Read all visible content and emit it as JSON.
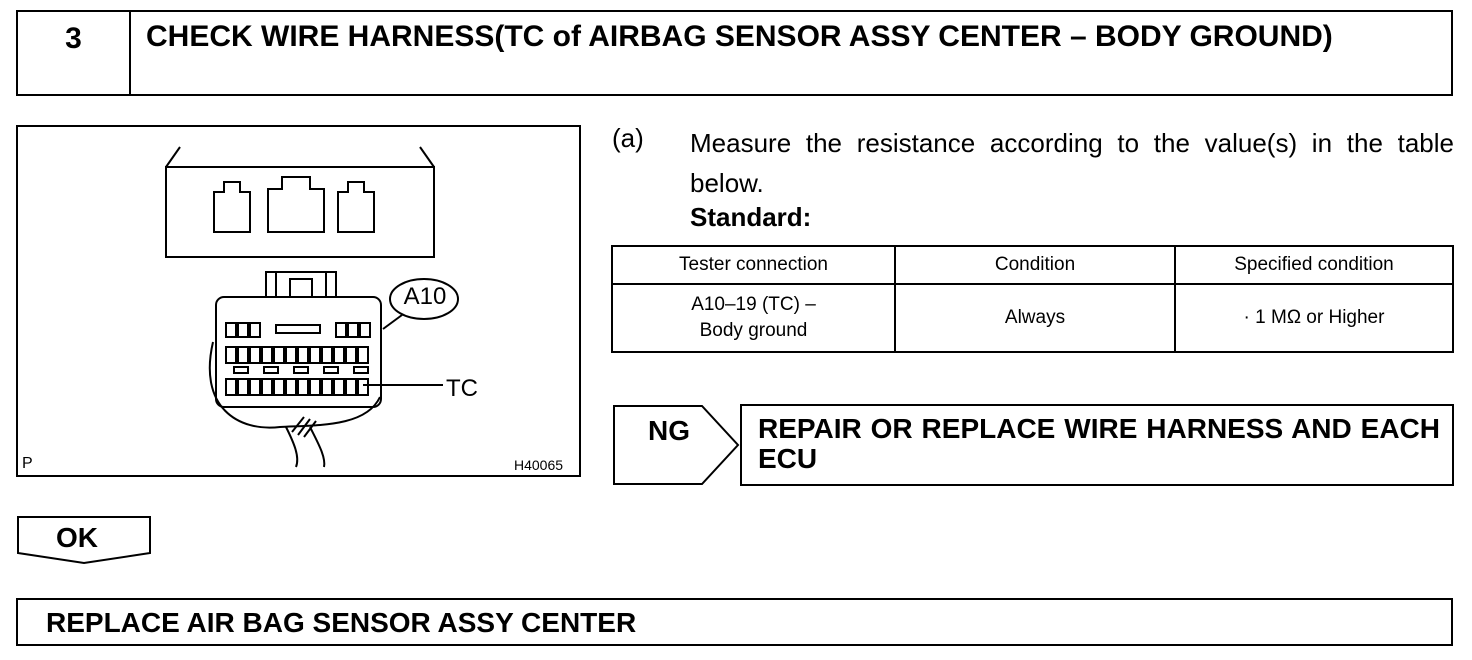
{
  "step": {
    "number": "3",
    "title": "CHECK WIRE HARNESS(TC of AIRBAG SENSOR ASSY CENTER – BODY GROUND)"
  },
  "diagram": {
    "connector_label": "A10",
    "terminal_label": "TC",
    "corner_label": "P",
    "figure_id": "H40065"
  },
  "procedure": {
    "item_marker": "(a)",
    "instruction": "Measure the resistance according to the value(s) in the table below.",
    "standard_label": "Standard:"
  },
  "table": {
    "headers": [
      "Tester connection",
      "Condition",
      "Specified condition"
    ],
    "rows": [
      {
        "connection_line1": "A10–19 (TC) –",
        "connection_line2": "Body ground",
        "condition": "Always",
        "specified": "· 1 MΩ or Higher"
      }
    ]
  },
  "ng": {
    "label": "NG",
    "action": "REPAIR OR REPLACE WIRE HARNESS AND EACH ECU"
  },
  "ok": {
    "label": "OK",
    "action": "REPLACE AIR BAG SENSOR ASSY CENTER"
  }
}
